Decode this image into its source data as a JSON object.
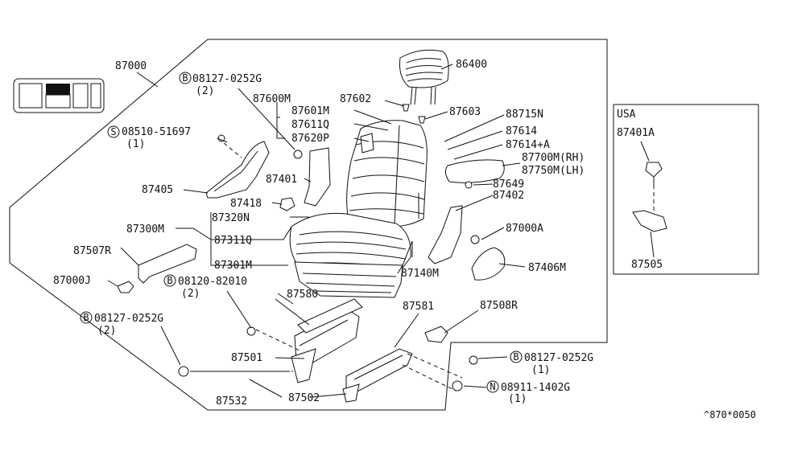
{
  "inset_title": "USA",
  "footer_code": "^870*0050",
  "symbols": {
    "b": "B",
    "s": "S",
    "n": "N"
  },
  "labels": {
    "l87000": "87000",
    "b08127_top": "08127-0252G",
    "b08127_top_qty": "(2)",
    "l86400": "86400",
    "l87600m": "87600M",
    "l87601m": "87601M",
    "l876110": "87611Q",
    "l87620p": "87620P",
    "l87602": "87602",
    "l87603": "87603",
    "l88715n": "88715N",
    "l87614": "87614",
    "l87614a": "87614+A",
    "l87700m": "87700M(RH)",
    "l87750m": "87750M(LH)",
    "s08510": "08510-51697",
    "s08510_qty": "(1)",
    "l87405": "87405",
    "l87401": "87401",
    "l87418": "87418",
    "l87649": "87649",
    "l87402": "87402",
    "l87320n": "87320N",
    "l87300m": "87300M",
    "l87311q": "87311Q",
    "l87000a": "87000A",
    "l87507r": "87507R",
    "l87301m": "87301M",
    "l87140m": "87140M",
    "l87406m": "87406M",
    "l87000j": "87000J",
    "b08120": "08120-82010",
    "b08120_qty": "(2)",
    "l87580": "87580",
    "l87581": "87581",
    "l87508r": "87508R",
    "b08127_left": "08127-0252G",
    "b08127_left_qty": "(2)",
    "l87501": "87501",
    "b08127_right": "08127-0252G",
    "b08127_right_qty": "(1)",
    "n08911": "08911-1402G",
    "n08911_qty": "(1)",
    "l87532": "87532",
    "l87502": "87502",
    "usa_87401a": "87401A",
    "usa_87505": "87505"
  }
}
